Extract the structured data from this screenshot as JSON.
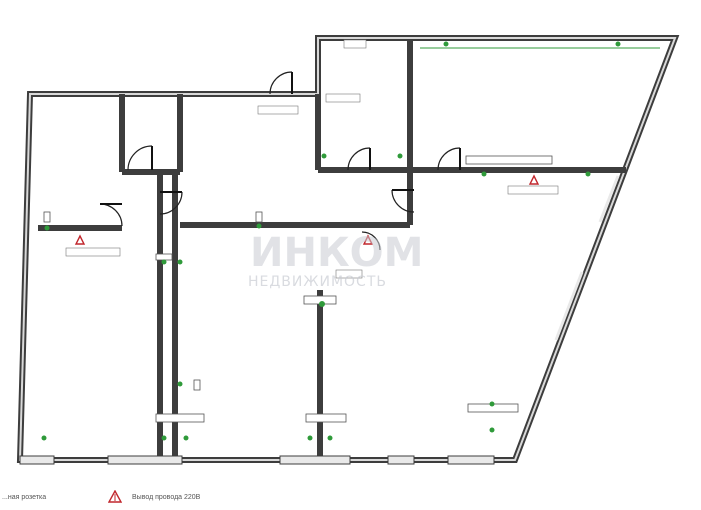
{
  "header": {
    "corner_text": ""
  },
  "watermark": {
    "brand": "ИНКОМ",
    "subtitle": "НЕДВИЖИМОСТЬ"
  },
  "footer": {
    "note": ""
  },
  "legend": {
    "socket_label": "...ная розетка",
    "power_label": "Вывод провода 220В"
  },
  "colors": {
    "wall": "#3d3d3d",
    "socket": "#2f9a3a",
    "power_marker": "#c1272d"
  }
}
